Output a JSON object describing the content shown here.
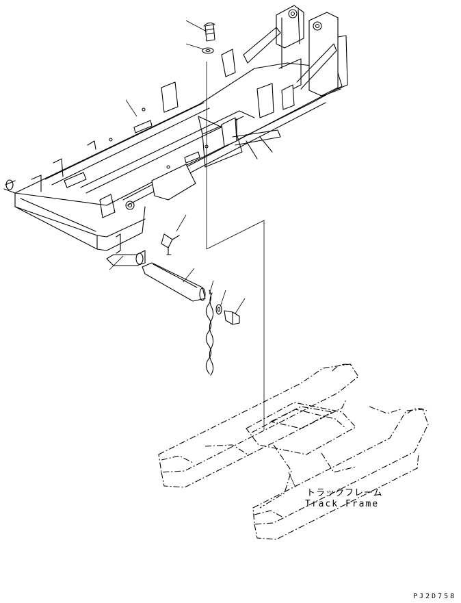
{
  "drawing": {
    "labels": {
      "track_frame_jp": "トラックフレーム",
      "track_frame_en": "Track Frame"
    },
    "code": "PJ2D758"
  }
}
